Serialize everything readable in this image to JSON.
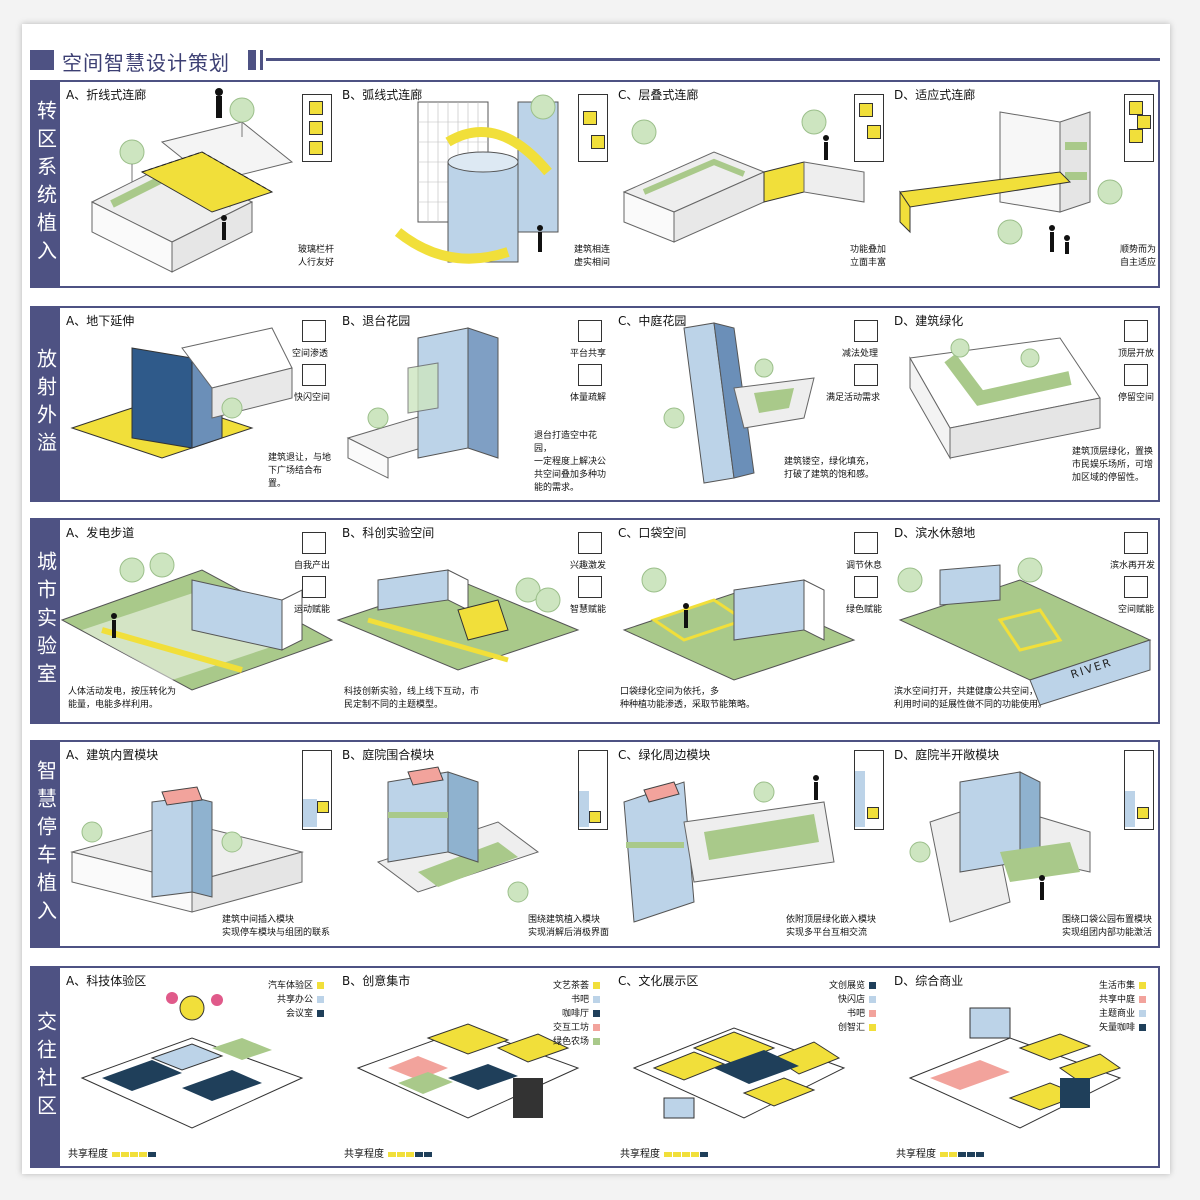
{
  "page_title": "空间智慧设计策划",
  "colors": {
    "navy": "#4e5283",
    "yellow": "#f1df3a",
    "green": "#a9c98a",
    "blue": "#bcd3e8",
    "dark": "#1f3f5a",
    "pink": "#f2a39c"
  },
  "sections": [
    {
      "label": "转区系统植入",
      "panels": [
        {
          "title": "A、折线式连廊",
          "note": "玻璃栏杆\n人行友好"
        },
        {
          "title": "B、弧线式连廊",
          "note": "建筑相连\n虚实相间"
        },
        {
          "title": "C、层叠式连廊",
          "note": "功能叠加\n立面丰富"
        },
        {
          "title": "D、适应式连廊",
          "note": "顺势而为\n自主适应"
        }
      ]
    },
    {
      "label": "放射外溢",
      "panels": [
        {
          "title": "A、地下延伸",
          "icons": [
            "空间渗透",
            "快闪空间"
          ],
          "note": "建筑退让，与地\n下广场结合布置。"
        },
        {
          "title": "B、退台花园",
          "icons": [
            "平台共享",
            "体量疏解"
          ],
          "note": "退台打造空中花园，\n一定程度上解决公\n共空间叠加多种功\n能的需求。"
        },
        {
          "title": "C、中庭花园",
          "icons": [
            "减法处理",
            "满足活动需求"
          ],
          "note": "建筑镂空，绿化填充，\n打破了建筑的饱和感。"
        },
        {
          "title": "D、建筑绿化",
          "icons": [
            "顶层开放",
            "停留空间"
          ],
          "note": "建筑顶层绿化，置换\n市民娱乐场所，可增\n加区域的停留性。"
        }
      ]
    },
    {
      "label": "城市实验室",
      "panels": [
        {
          "title": "A、发电步道",
          "icons": [
            "自我产出",
            "运动赋能"
          ],
          "note": "人体活动发电，按压转化为\n能量，电能多样利用。"
        },
        {
          "title": "B、科创实验空间",
          "icons": [
            "兴趣激发",
            "智慧赋能"
          ],
          "note": "科技创新实验，线上线下互动，市\n民定制不同的主题模型。"
        },
        {
          "title": "C、口袋空间",
          "icons": [
            "调节休息",
            "绿色赋能"
          ],
          "note": "口袋绿化空间为依托，多\n种种植功能渗透，采取节能策略。"
        },
        {
          "title": "D、滨水休憩地",
          "icons": [
            "滨水再开发",
            "空间赋能"
          ],
          "note": "滨水空间打开，共建健康公共空间，\n利用时间的延展性做不同的功能使用。",
          "extra": "RIVER"
        }
      ]
    },
    {
      "label": "智慧停车植入",
      "panels": [
        {
          "title": "A、建筑内置模块",
          "note": "建筑中间插入模块\n实现停车模块与组团的联系"
        },
        {
          "title": "B、庭院围合模块",
          "note": "围绕建筑植入模块\n实现消解后消极界面"
        },
        {
          "title": "C、绿化周边模块",
          "note": "依附顶层绿化嵌入模块\n实现多平台互相交流"
        },
        {
          "title": "D、庭院半开敞模块",
          "note": "围绕口袋公园布置模块\n实现组团内部功能激活"
        }
      ]
    },
    {
      "label": "交往社区",
      "panels": [
        {
          "title": "A、科技体验区",
          "legend": [
            "汽车体验区",
            "共享办公",
            "会议室"
          ],
          "share": "共享程度"
        },
        {
          "title": "B、创意集市",
          "legend": [
            "文艺茶荟",
            "书吧",
            "咖啡厅",
            "交互工坊",
            "绿色农场"
          ],
          "share": "共享程度"
        },
        {
          "title": "C、文化展示区",
          "legend": [
            "文创展览",
            "快闪店",
            "书吧",
            "创智汇"
          ],
          "share": "共享程度"
        },
        {
          "title": "D、综合商业",
          "legend": [
            "生活市集",
            "共享中庭",
            "主题商业",
            "矢量咖啡"
          ],
          "share": "共享程度"
        }
      ]
    }
  ]
}
